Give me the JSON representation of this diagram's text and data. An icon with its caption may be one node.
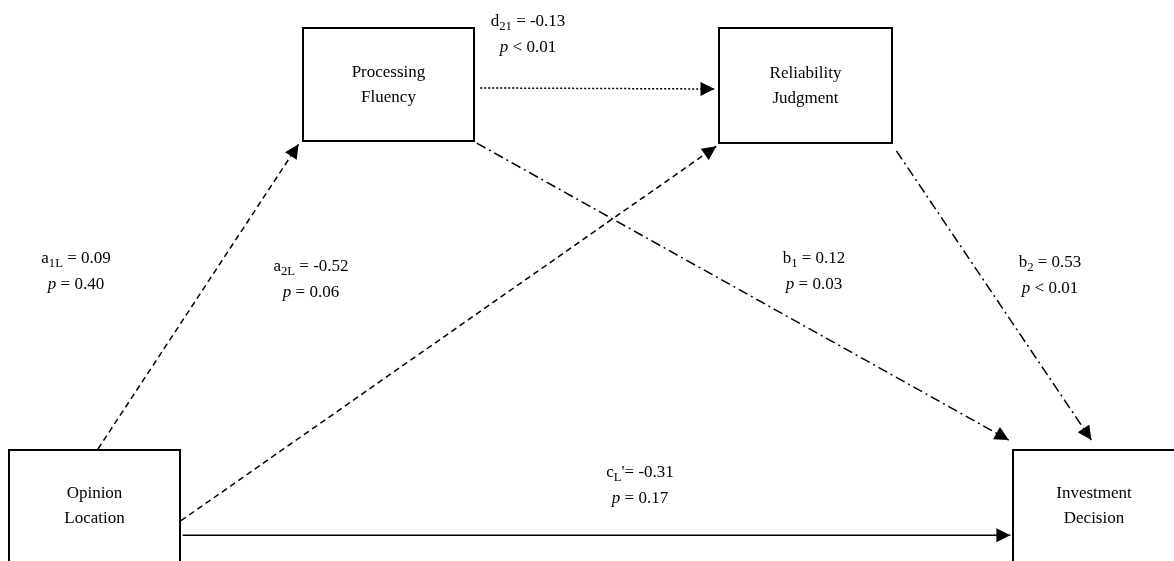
{
  "diagram": {
    "nodes": [
      {
        "text": [
          "Processing Fluency"
        ]
      },
      {
        "text": [
          "Reliability Judgment"
        ]
      },
      {
        "text": [
          "Opinion Location"
        ]
      },
      {
        "text": [
          "Investment Decision"
        ]
      }
    ],
    "edges": [
      {
        "from": 2,
        "to": 0,
        "arrow": "to",
        "style": "dashed",
        "label": "a$_{1L}$ = 0.09 *p* = 0.40"
      },
      {
        "from": 2,
        "to": 1,
        "arrow": "to",
        "style": "dashed",
        "label": "a$_{2L}$ = -0.52 *p* = 0.06"
      },
      {
        "from": 0,
        "to": 1,
        "arrow": "to",
        "style": "dashed",
        "label": "d$_{21}$ = -0.13 *p* < 0.01"
      },
      {
        "from": 0,
        "to": 3,
        "arrow": "to",
        "style": "dashed",
        "label": "b$_{1}$ = 0.12 *p* = 0.03"
      },
      {
        "from": 1,
        "to": 3,
        "arrow": "to",
        "style": "dashed",
        "label": "b$_{2}$ = 0.53 *p* < 0.01"
      },
      {
        "from": 2,
        "to": 3,
        "arrow": "to",
        "label": "c$_{L}$'= -0.31 *p* = 0.17"
      }
    ]
  }
}
